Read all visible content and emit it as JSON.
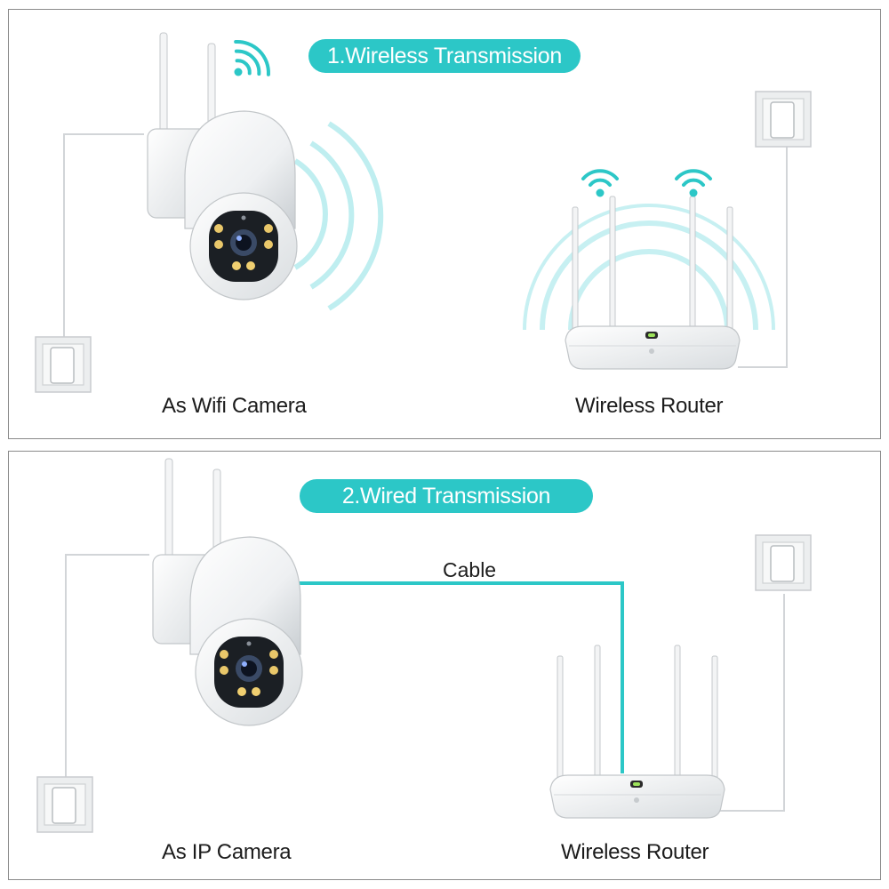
{
  "accent_color": "#2cc7c7",
  "panels": [
    {
      "badge": "1.Wireless Transmission",
      "camera_caption": "As Wifi Camera",
      "router_caption": "Wireless Router"
    },
    {
      "badge": "2.Wired Transmission",
      "cable_label": "Cable",
      "camera_caption": "As IP Camera",
      "router_caption": "Wireless Router"
    }
  ],
  "icons": [
    "camera-icon",
    "router-icon",
    "wifi-signal-icon",
    "power-socket-icon"
  ]
}
